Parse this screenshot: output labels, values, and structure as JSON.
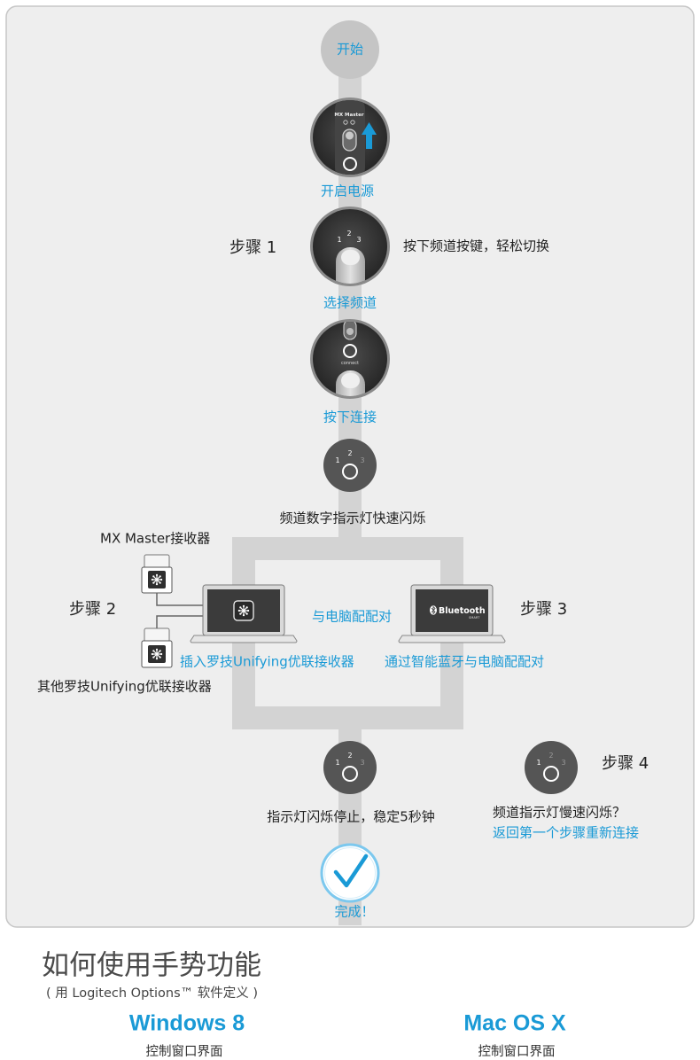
{
  "colors": {
    "accent_blue": "#1a9ad6",
    "panel_background": "#eeeeee",
    "path_gray": "#d3d3d3",
    "indicator_gray": "#555555",
    "done_ring": "#7cc8ee"
  },
  "icons": {
    "power_switch": "power-switch-icon",
    "power_arrow": "arrow-up-icon",
    "finger": "finger-press-icon",
    "unifying": "unifying-logo-icon",
    "bluetooth": "bluetooth-icon",
    "receiver": "usb-receiver-icon",
    "laptop": "laptop-icon",
    "done": "checkmark-icon"
  },
  "flow": {
    "start_label": "开始",
    "power_on": {
      "device_brand": "MX Master",
      "label": "开启电源"
    },
    "step1": {
      "title": "步骤 1",
      "hint": "按下频道按键，轻松切换",
      "channels": [
        "1",
        "2",
        "3"
      ],
      "label": "选择频道"
    },
    "connect": {
      "button_text": "connect",
      "label": "按下连接"
    },
    "fast_blink": {
      "channels": [
        "1",
        "2",
        "3"
      ],
      "label": "频道数字指示灯快速闪烁"
    },
    "step2": {
      "title": "步骤 2",
      "receiver_mx": "MX Master接收器",
      "receiver_other": "其他罗技Unifying优联接收器",
      "label": "插入罗技Unifying优联接收器"
    },
    "pair_label": "与电脑配配对",
    "step3": {
      "title": "步骤 3",
      "bluetooth_brand": "Bluetooth",
      "bluetooth_sub": "SMART",
      "label": "通过智能蓝牙与电脑配配对"
    },
    "steady": {
      "channels": [
        "1",
        "2",
        "3"
      ],
      "label": "指示灯闪烁停止，稳定5秒钟"
    },
    "done_label": "完成！",
    "step4": {
      "title": "步骤 4",
      "channels": [
        "1",
        "2",
        "3"
      ],
      "question": "频道指示灯慢速闪烁？",
      "action": "返回第一个步骤重新连接"
    }
  },
  "gestures": {
    "title": "如何使用手势功能",
    "subtitle": "( 用 Logitech Options™ 软件定义 )",
    "platforms": [
      {
        "name": "Windows 8",
        "caption": "控制窗口界面"
      },
      {
        "name": "Mac OS X",
        "caption": "控制窗口界面"
      }
    ]
  }
}
